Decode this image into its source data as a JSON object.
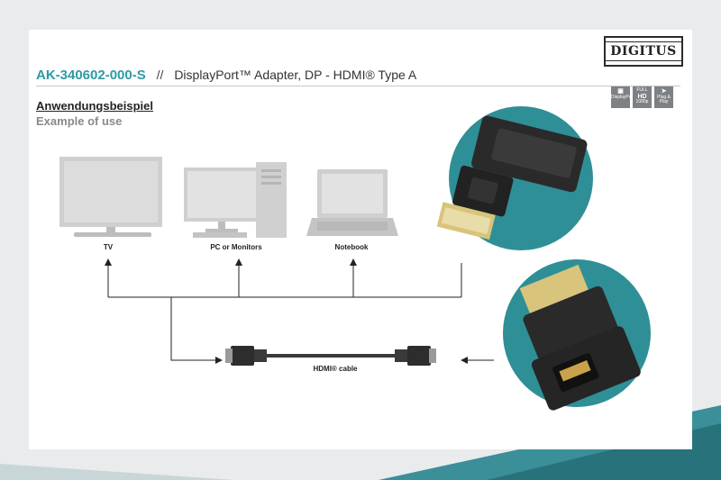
{
  "brand": {
    "logo_text": "DIGITUS"
  },
  "header": {
    "sku": "AK-340602-000-S",
    "separator": "//",
    "title": "DisplayPort™ Adapter, DP - HDMI® Type A"
  },
  "usage": {
    "title_de": "Anwendungsbeispiel",
    "title_en": "Example of use"
  },
  "badges": [
    {
      "icon": "displayport-icon",
      "text": "DisplayPort"
    },
    {
      "icon": "full-hd-icon",
      "line1": "FULL",
      "line2": "HD",
      "line3": "1080p"
    },
    {
      "icon": "plug-and-play-icon",
      "text": "Plug & Play"
    }
  ],
  "devices": {
    "tv": "TV",
    "pc": "PC or Monitors",
    "notebook": "Notebook"
  },
  "cable": {
    "label": "HDMI® cable"
  },
  "colors": {
    "accent": "#2d9aa5",
    "teal_circle": "#2f8f97",
    "device_gray": "#c8c8c8",
    "adapter_black": "#2a2a2a"
  }
}
